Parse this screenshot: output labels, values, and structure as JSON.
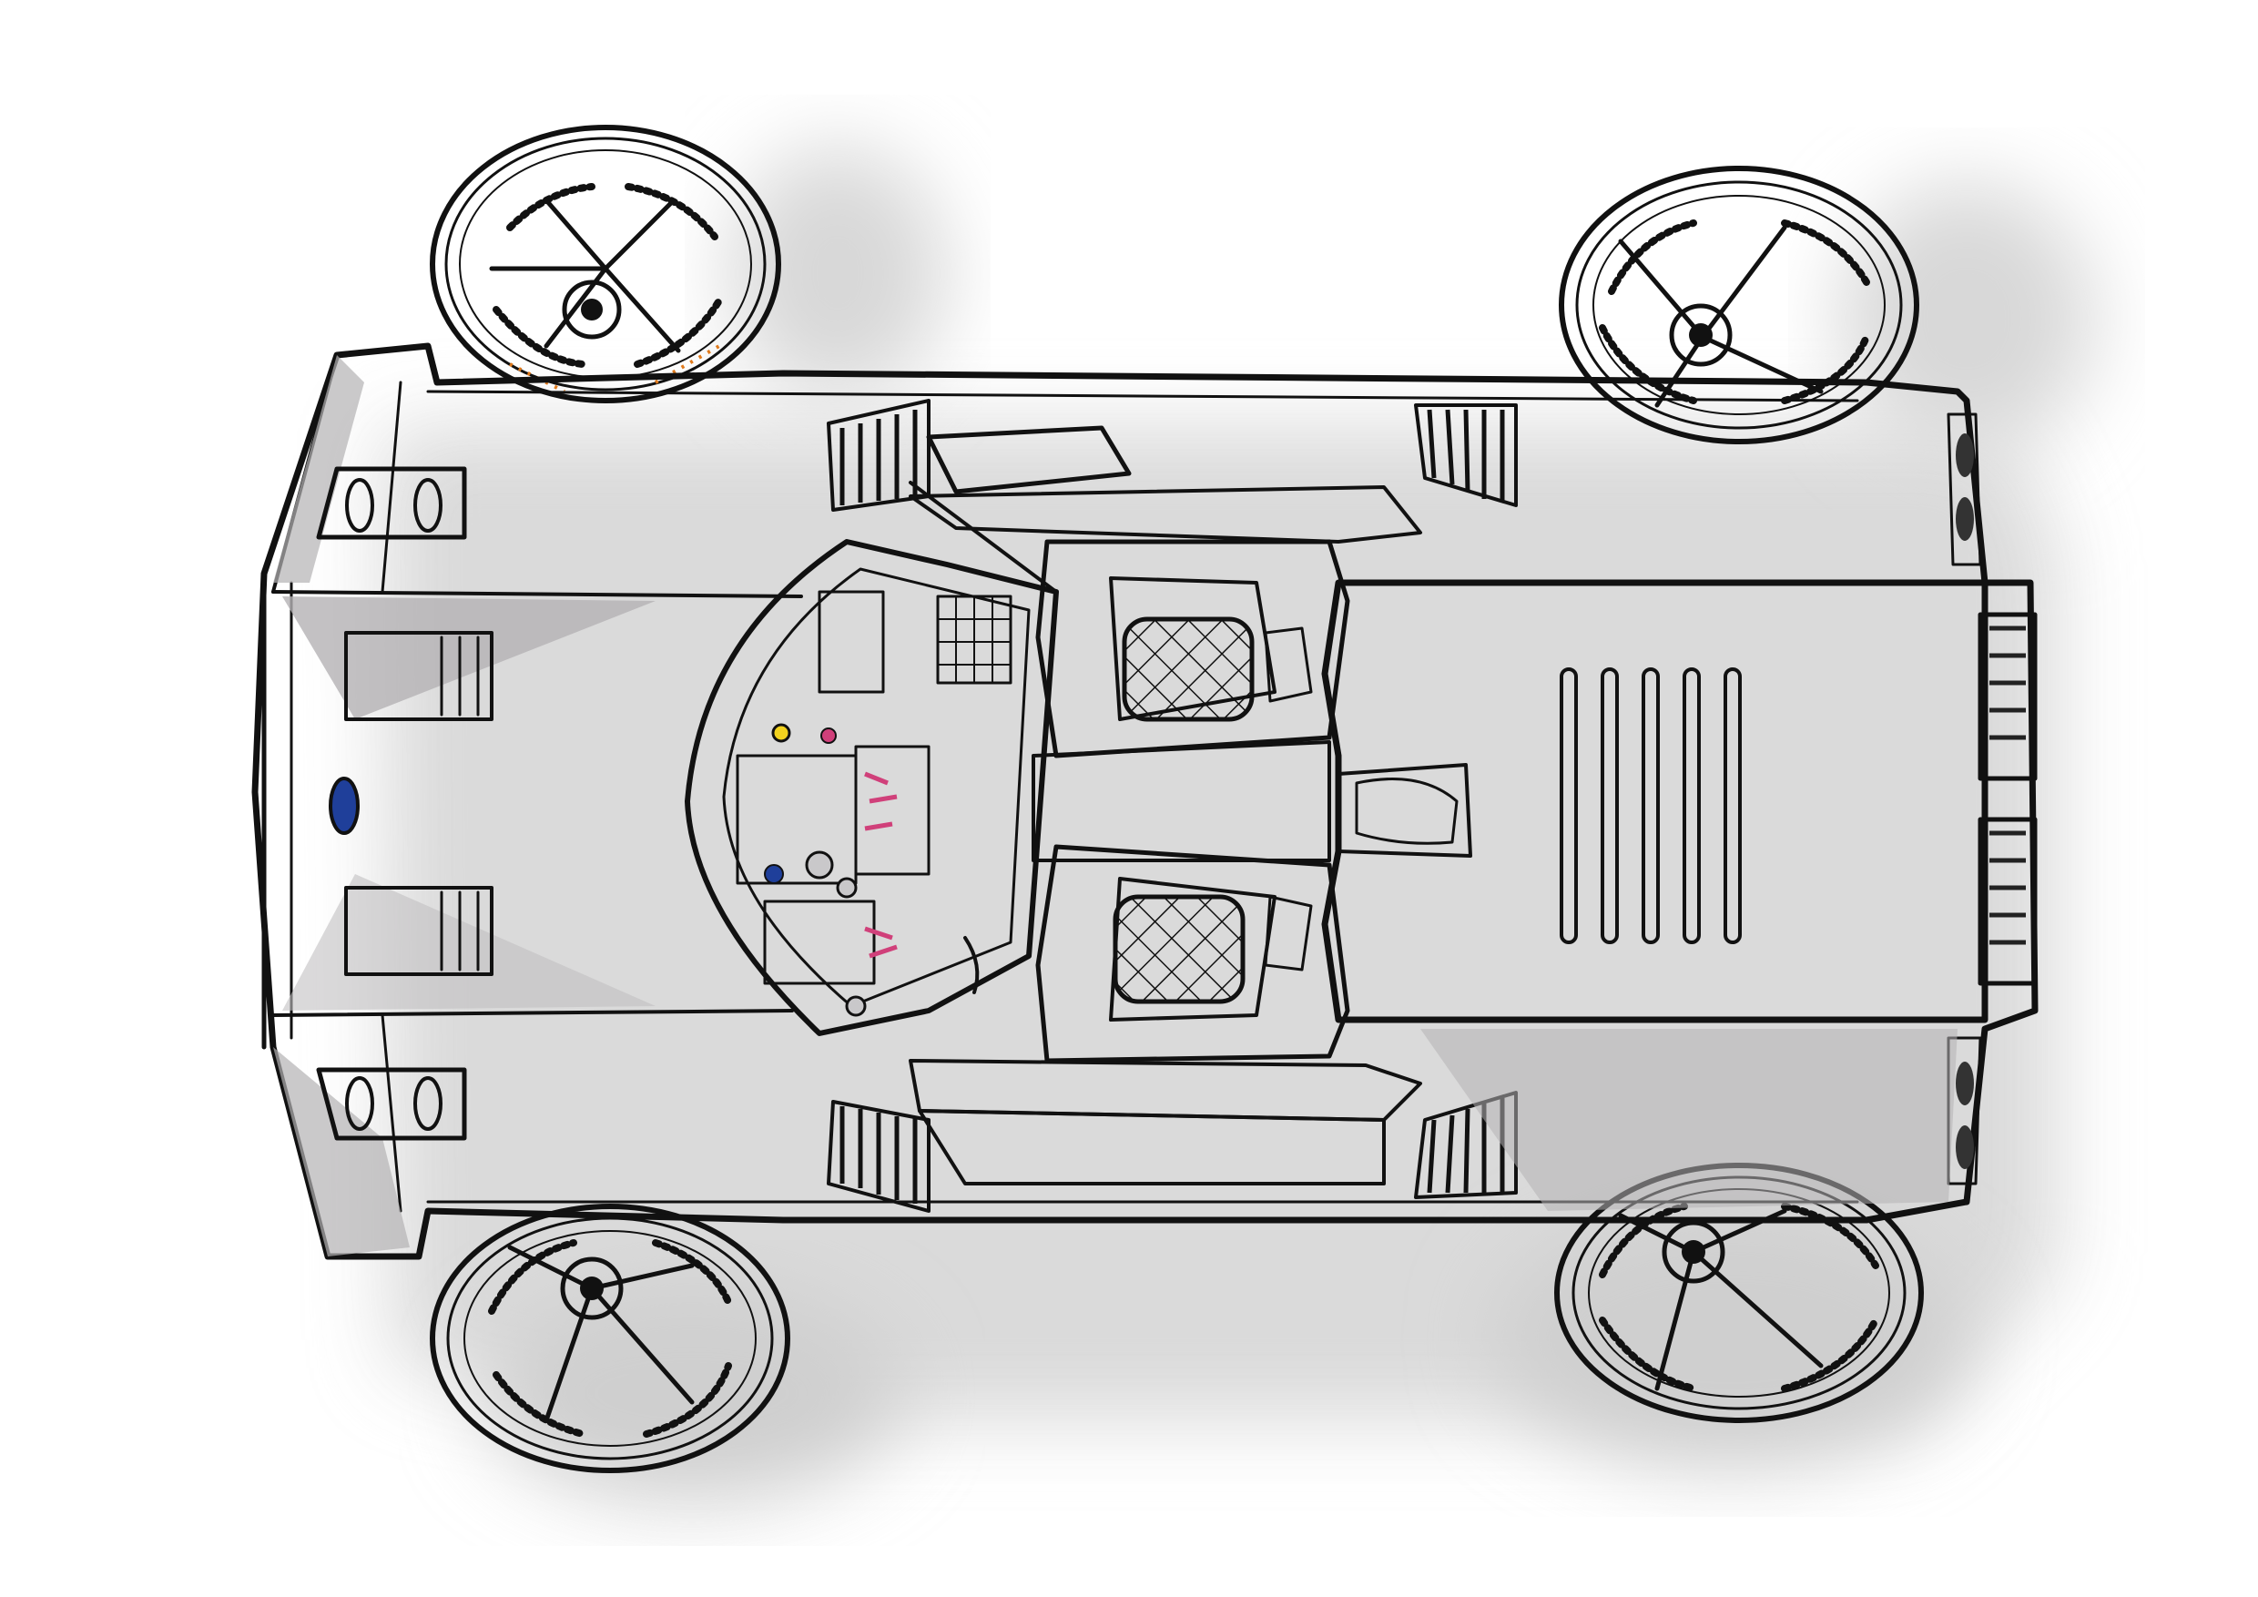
{
  "illustration": {
    "subject": "car-top-view-sketch",
    "colors": {
      "background": "#ffffff",
      "ink": "#111111",
      "body": "#ffffff",
      "marker_gray": "#b4b2b4",
      "marker_dark": "#8e8c8f",
      "shadow": "#d6d6d6",
      "badge_blue": "#1f3f9a",
      "accent_pink": "#d0407a",
      "accent_yellow": "#f2d21e",
      "accent_orange": "#e07a1c"
    },
    "wheels": [
      "front-left",
      "rear-left",
      "front-right",
      "rear-right"
    ],
    "seats": [
      "seat-left",
      "seat-right"
    ],
    "engine_vents": 5
  }
}
